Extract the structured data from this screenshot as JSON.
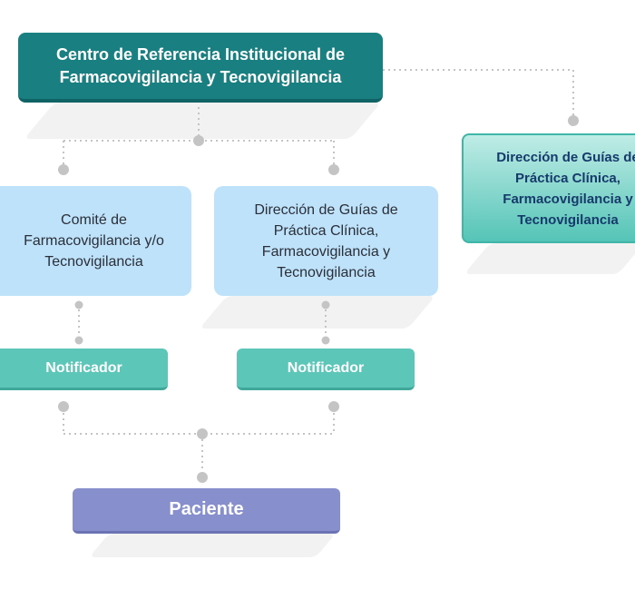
{
  "nodes": {
    "centro": "Centro de Referencia Institucional de\nFarmacovigilancia y Tecnovigilancia",
    "direccion_right": "Dirección de Guías de\nPráctica Clínica,\nFarmacovigilancia y\nTecnovigilancia",
    "comite": "Comité de\nFarmacovigilancia y/o\nTecnovigilancia",
    "direccion": "Dirección de Guías de\nPráctica Clínica,\nFarmacovigilancia y\nTecnovigilancia",
    "notificador_1": "Notificador",
    "notificador_2": "Notificador",
    "paciente": "Paciente"
  },
  "colors": {
    "top_box": "#1a7f80",
    "right_box": "#55c4b7",
    "mid_box": "#bfe2fb",
    "notificador_box": "#5cc6b9",
    "paciente_box": "#8790cc",
    "connector": "#c4c4c4"
  }
}
